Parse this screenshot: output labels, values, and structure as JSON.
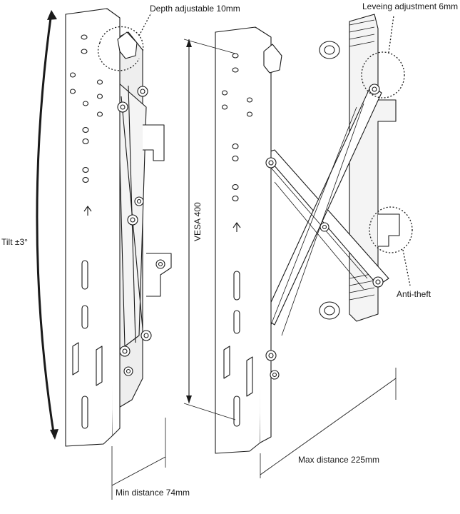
{
  "labels": {
    "depth": "Depth adjustable 10mm",
    "leveling": "Leveing adjustment 6mm",
    "tilt": "Tilt ±3°",
    "vesa": "VESA 400",
    "anti_theft": "Anti-theft",
    "min_distance": "Min distance 74mm",
    "max_distance": "Max distance 225mm"
  },
  "colors": {
    "line": "#1a1a1a",
    "fill": "#ffffff",
    "shade": "#d9d9d9"
  }
}
